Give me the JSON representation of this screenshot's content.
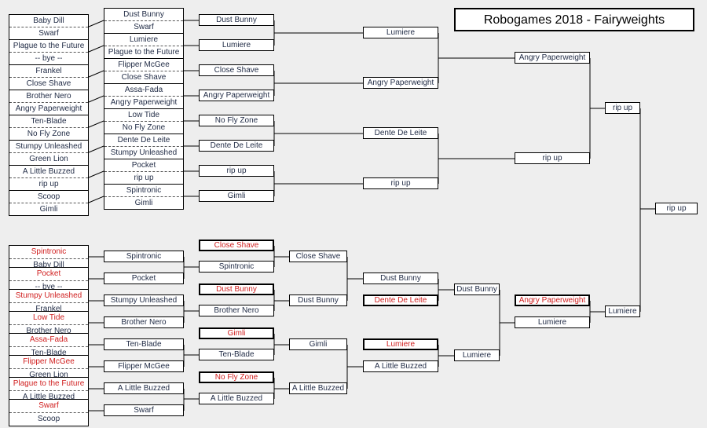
{
  "title": "Robogames 2018 - Fairyweights",
  "winners": {
    "round1": [
      [
        "Baby Dill",
        "Swarf"
      ],
      [
        "Plague to the Future",
        "-- bye --"
      ],
      [
        "Frankel",
        "Close Shave"
      ],
      [
        "Brother Nero",
        "Angry Paperweight"
      ],
      [
        "Ten-Blade",
        "No Fly Zone"
      ],
      [
        "Stumpy Unleashed",
        "Green Lion"
      ],
      [
        "A Little Buzzed",
        "rip up"
      ],
      [
        "Scoop",
        "Gimli"
      ]
    ],
    "round2": [
      [
        "Dust Bunny",
        "Swarf"
      ],
      [
        "Lumiere",
        "Plague to the Future"
      ],
      [
        "Flipper McGee",
        "Close Shave"
      ],
      [
        "Assa-Fada",
        "Angry Paperweight"
      ],
      [
        "Low Tide",
        "No Fly Zone"
      ],
      [
        "Dente De Leite",
        "Stumpy Unleashed"
      ],
      [
        "Pocket",
        "rip up"
      ],
      [
        "Spintronic",
        "Gimli"
      ]
    ],
    "round3": [
      "Dust Bunny",
      "Lumiere",
      "Close Shave",
      "Angry Paperweight",
      "No Fly Zone",
      "Dente De Leite",
      "rip up",
      "Gimli"
    ],
    "round4": [
      "Lumiere",
      "Angry Paperweight",
      "Dente De Leite",
      "rip up"
    ],
    "round5": [
      "Angry Paperweight",
      "rip up"
    ],
    "final": "rip up"
  },
  "losers": {
    "round1": [
      [
        "Spintronic",
        "Baby Dill"
      ],
      [
        "Pocket",
        "-- bye --"
      ],
      [
        "Stumpy Unleashed",
        "Frankel"
      ],
      [
        "Low Tide",
        "Brother Nero"
      ],
      [
        "Assa-Fada",
        "Ten-Blade"
      ],
      [
        "Flipper McGee",
        "Green Lion"
      ],
      [
        "Plague to the Future",
        "A Little Buzzed"
      ],
      [
        "Swarf",
        "Scoop"
      ]
    ],
    "round2": [
      "Spintronic",
      "Pocket",
      "Stumpy Unleashed",
      "Brother Nero",
      "Ten-Blade",
      "Flipper McGee",
      "A Little Buzzed",
      "Swarf"
    ],
    "round3": [
      [
        "Close Shave",
        "Spintronic"
      ],
      [
        "Dust Bunny",
        "Brother Nero"
      ],
      [
        "Gimli",
        "Ten-Blade"
      ],
      [
        "No Fly Zone",
        "A Little Buzzed"
      ]
    ],
    "round4": [
      "Close Shave",
      "Dust Bunny",
      "Gimli",
      "A Little Buzzed"
    ],
    "round5": [
      "Dust Bunny",
      "Dente De Leite",
      "Lumiere",
      "A Little Buzzed"
    ],
    "round6": [
      "Dust Bunny",
      "Lumiere"
    ],
    "round7": [
      "Angry Paperweight",
      "Lumiere"
    ],
    "final": "Lumiere"
  },
  "colors": {
    "dropped_in": "#d01e1e",
    "normal": "#1f2a44"
  }
}
